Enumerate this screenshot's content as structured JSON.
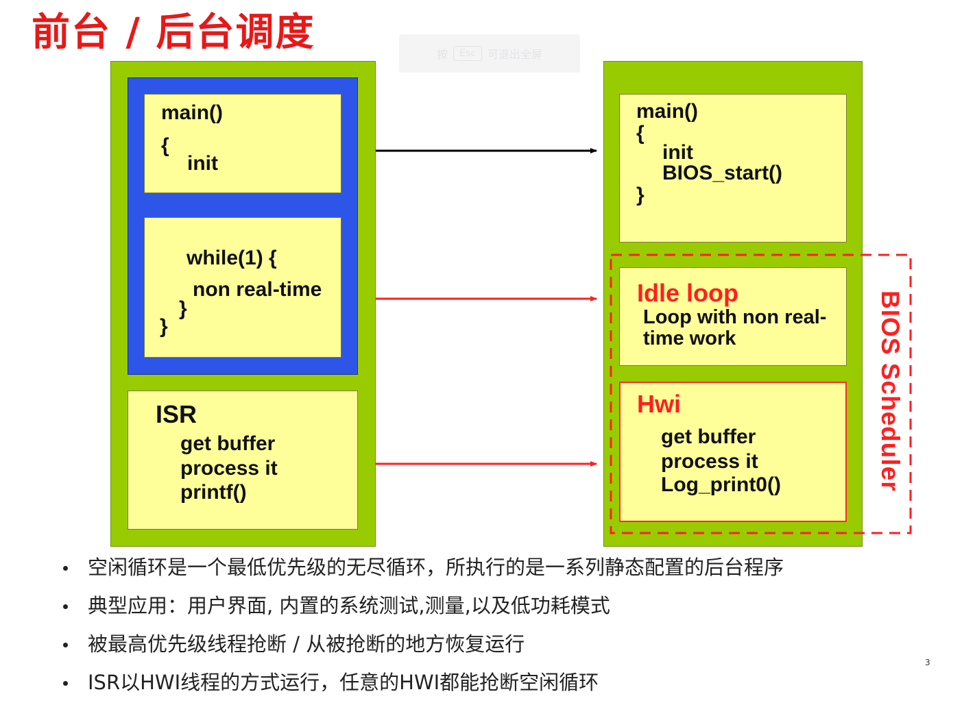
{
  "slide": {
    "title": "前台 / 后台调度",
    "page_number": "3"
  },
  "esc_hint": {
    "prefix": "按",
    "key": "Esc",
    "suffix": "可退出全屏"
  },
  "left_column": {
    "main_block": [
      "main()",
      "{",
      "init"
    ],
    "loop_block": [
      "while(1) {",
      "non real-time",
      "}",
      "}"
    ],
    "isr_block": {
      "header": "ISR",
      "lines": [
        "get buffer",
        "process it",
        "printf()"
      ]
    }
  },
  "right_column": {
    "main_block": [
      "main()",
      "{",
      "init",
      "BIOS_start()",
      "}"
    ],
    "idle_block": {
      "header": "Idle loop",
      "lines": [
        "Loop with non real-",
        "time work"
      ]
    },
    "hwi_block": {
      "header": "Hwi",
      "lines": [
        "get buffer",
        "process it",
        "Log_print0()"
      ]
    },
    "scheduler_label": "BIOS Scheduler"
  },
  "bullets": [
    "空闲循环是一个最低优先级的无尽循环，所执行的是一系列静态配置的后台程序",
    "典型应用：用户界面, 内置的系统测试,测量,以及低功耗模式",
    "被最高优先级线程抢断 / 从被抢断的地方恢复运行",
    "ISR以HWI线程的方式运行，任意的HWI都能抢断空闲循环"
  ],
  "colors": {
    "title": "#e81818",
    "panel_green": "#99cc00",
    "inner_blue": "#2d56e8",
    "code_box": "#ffff99",
    "accent_red": "#ff1f1f",
    "arrow_black": "#000000"
  }
}
